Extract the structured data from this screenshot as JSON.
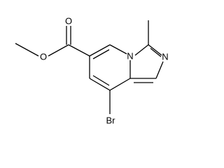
{
  "atoms": {
    "carbonyl_oxygen": "O",
    "ester_oxygen": "O",
    "bridgehead_nitrogen": "N",
    "imidazole_nitrogen": "N",
    "bromine": "Br"
  }
}
